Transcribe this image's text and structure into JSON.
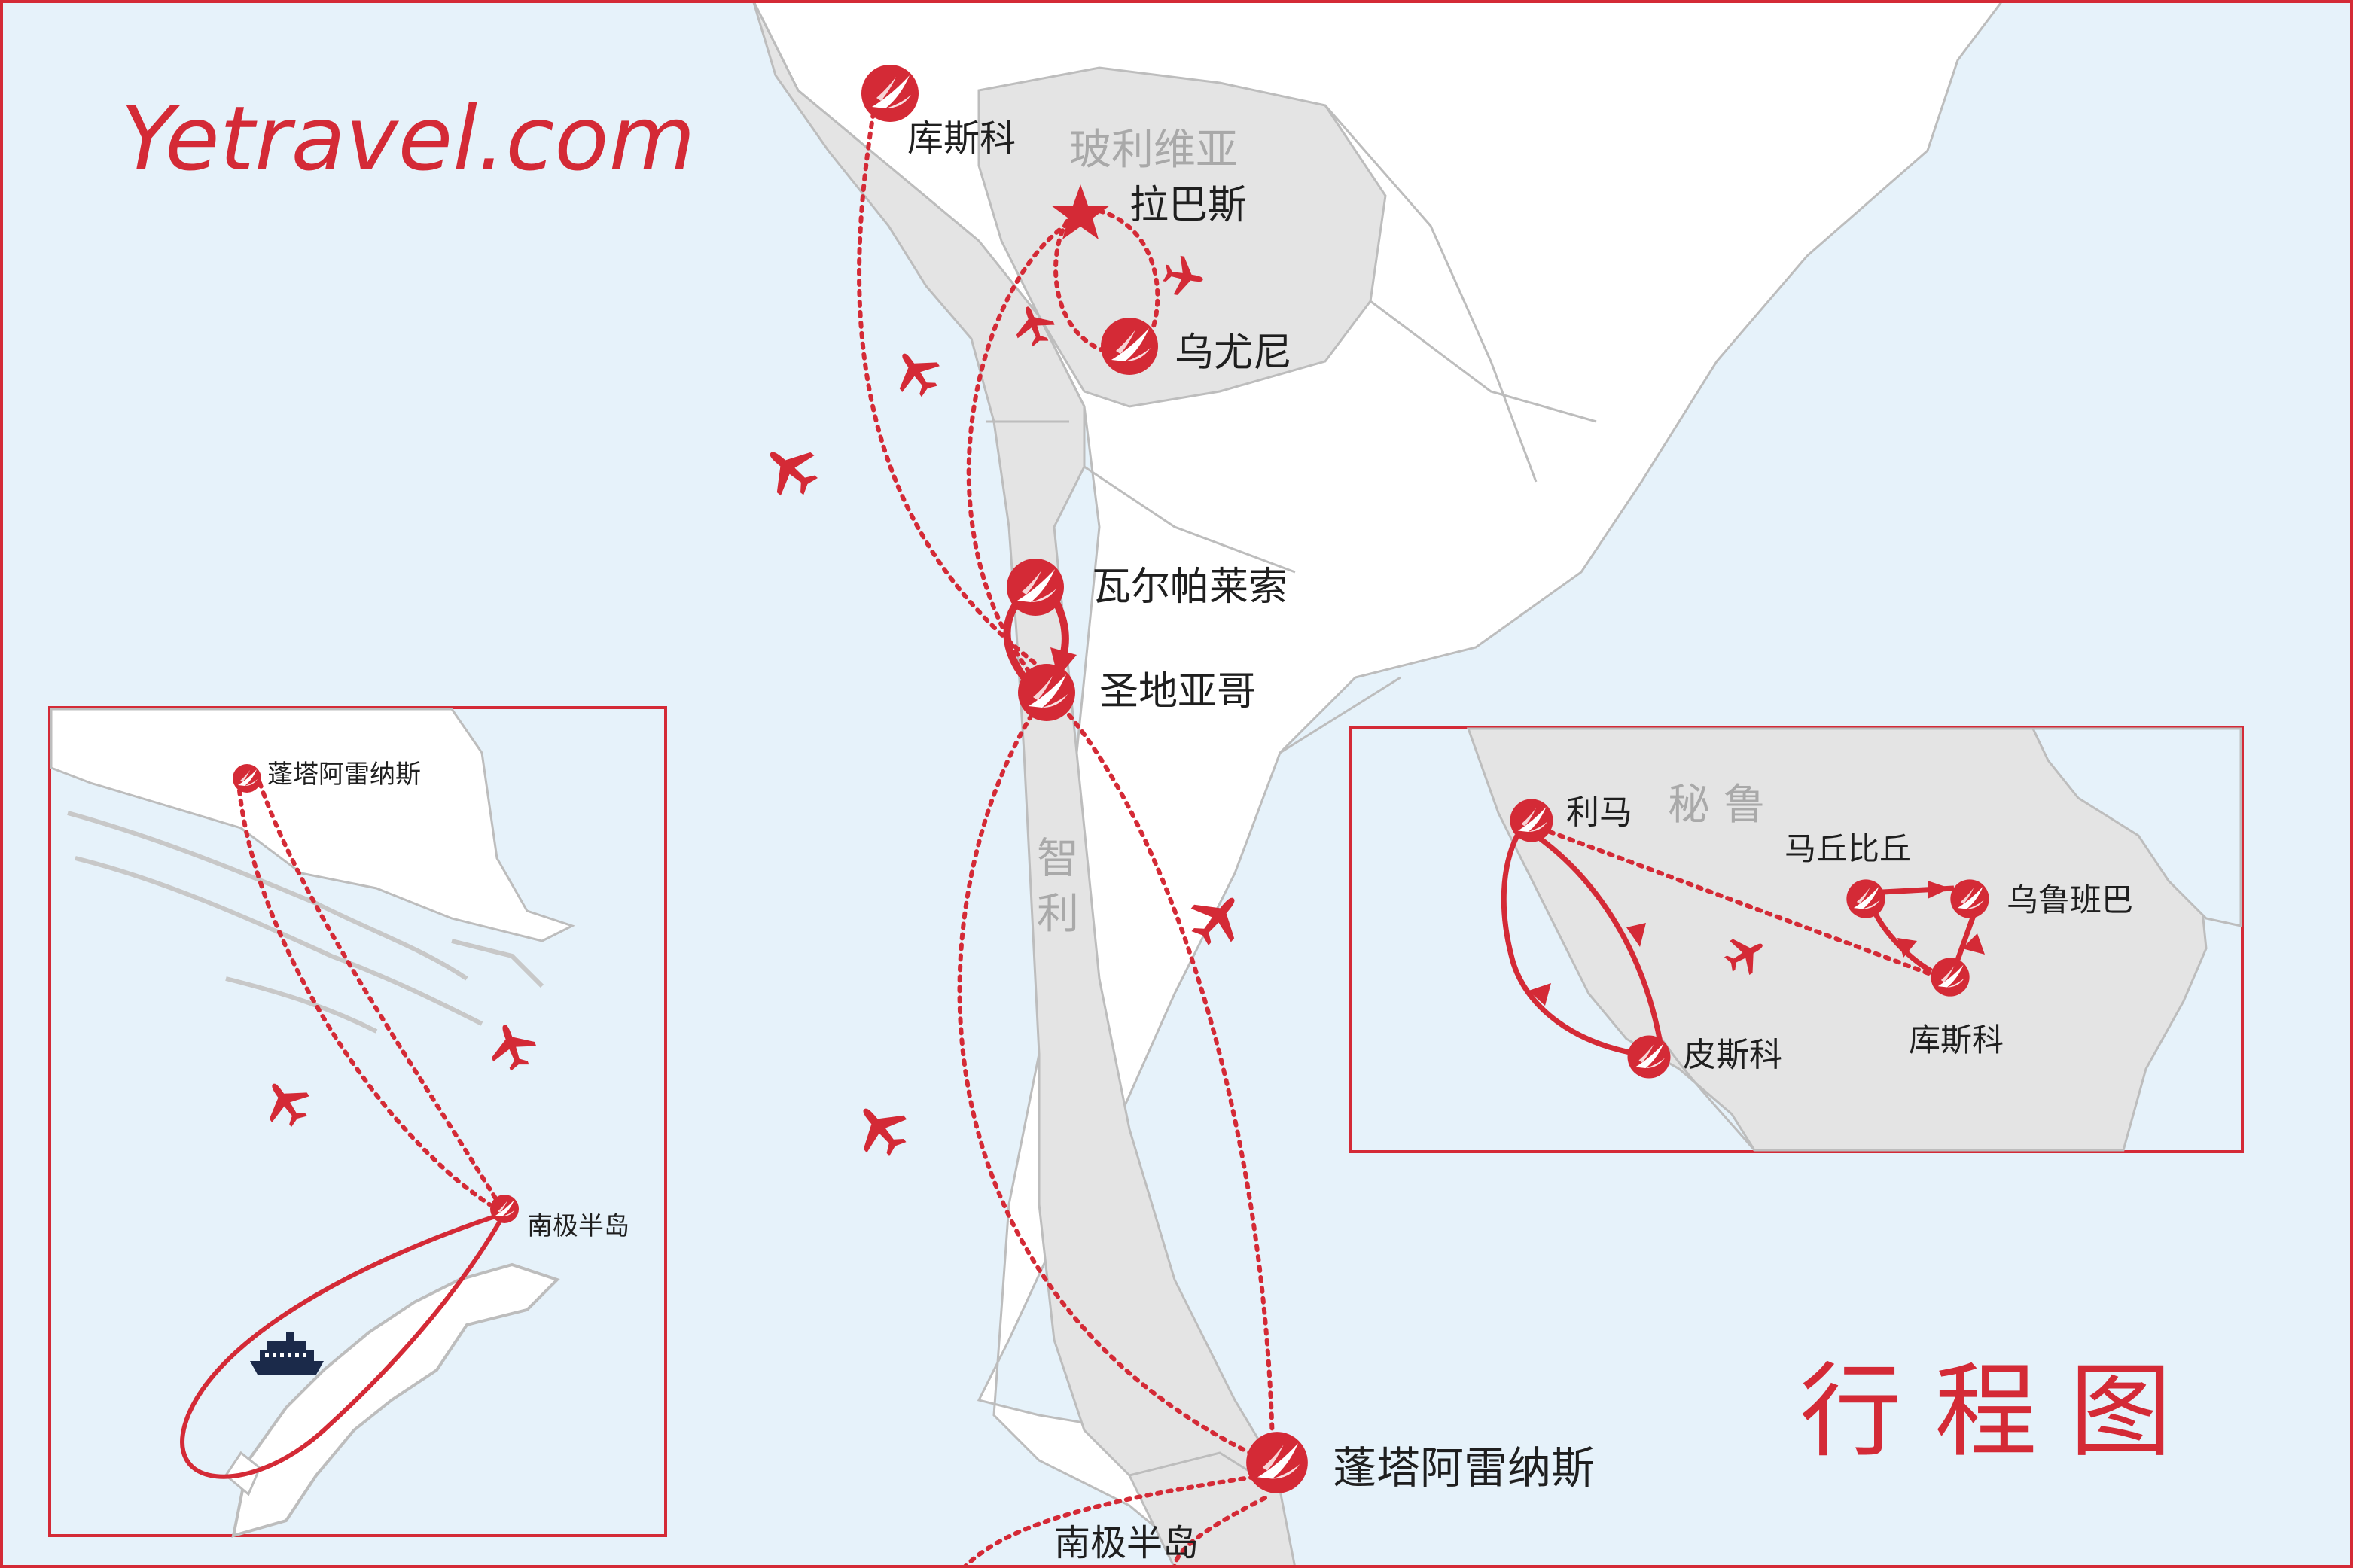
{
  "brand": {
    "logo_text": "Yetravel.com",
    "color": "#d42a36"
  },
  "title": "行 程 图",
  "colors": {
    "accent": "#d42a36",
    "sea": "#e6f2fa",
    "land": "#e4e4e4",
    "land_white": "#ffffff",
    "border_lines": "#bfbfbf",
    "country_label": "#a9a9a9",
    "ship": "#1b2a4a"
  },
  "country_labels": {
    "bolivia": "玻利维亚",
    "chile": "智 利",
    "peru": "秘 鲁"
  },
  "main_map": {
    "cities": {
      "cusco": "库斯科",
      "lapaz": "拉巴斯",
      "uyuni": "乌尤尼",
      "valparaiso": "瓦尔帕莱索",
      "santiago": "圣地亚哥",
      "puntaarenas": "蓬塔阿雷纳斯",
      "antarctic": "南极半岛"
    }
  },
  "inset_antarctica": {
    "cities": {
      "puntaarenas": "蓬塔阿雷纳斯",
      "antarctic": "南极半岛"
    },
    "ship_icon": "cruise-ship-icon"
  },
  "inset_peru": {
    "cities": {
      "lima": "利马",
      "machupicchu": "马丘比丘",
      "urubamba": "乌鲁班巴",
      "cusco": "库斯科",
      "pisco": "皮斯科"
    }
  },
  "icons": {
    "city_marker": "city-marker-icon",
    "star": "capital-star-icon",
    "plane": "airplane-icon"
  }
}
